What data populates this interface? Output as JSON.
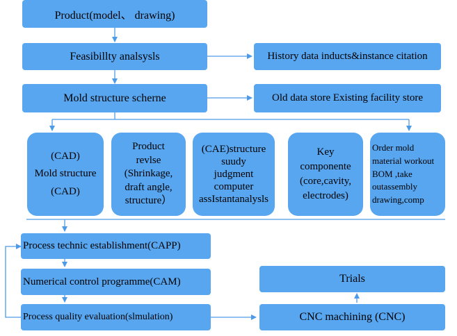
{
  "colors": {
    "box": "#58a6f0",
    "connector": "#4d9be8"
  },
  "boxes": {
    "product": "Product(model、 drawing)",
    "feasibility": "Feasibillty analsysls",
    "history": "History data inducts&instance citation",
    "mold_structure_scheme": "Mold structure scherne",
    "old_data": "Old data store Existing facility store",
    "cad": [
      "(CAD)",
      "Mold structure",
      "(CAD)"
    ],
    "product_revise": [
      "Product",
      "revlse",
      "(Shrinkage,",
      "draft angle,",
      "structure）"
    ],
    "cae": [
      "(CAE)structure",
      "suudy",
      "judgment",
      "computer",
      "assIstantanalysls"
    ],
    "key_component": [
      "Key",
      "componente",
      "(core,cavity,",
      "electrodes)"
    ],
    "order_mold": [
      "Order mold",
      "material workout",
      "BOM ,take",
      "outassembly",
      "drawing,comp"
    ],
    "capp": "Process technic establishment(CAPP)",
    "cam": "Numerical control programme(CAM)",
    "quality": "Process quality evaluation(slmulation)",
    "trials": "Trials",
    "cnc": "CNC machining (CNC)"
  }
}
